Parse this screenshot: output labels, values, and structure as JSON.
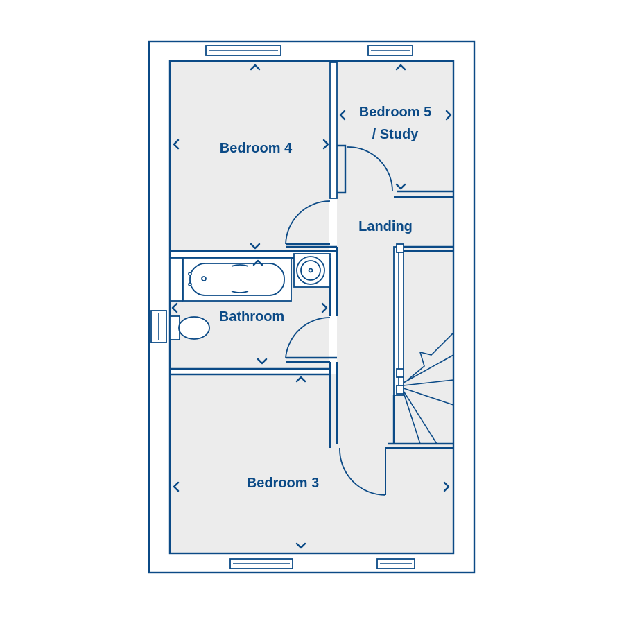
{
  "rooms": {
    "bedroom4": "Bedroom 4",
    "bedroom5_line1": "Bedroom 5",
    "bedroom5_line2": "/ Study",
    "landing": "Landing",
    "bathroom": "Bathroom",
    "bedroom3": "Bedroom 3"
  },
  "colors": {
    "line": "#0b4a86",
    "floor": "#ececec",
    "background": "#ffffff"
  }
}
